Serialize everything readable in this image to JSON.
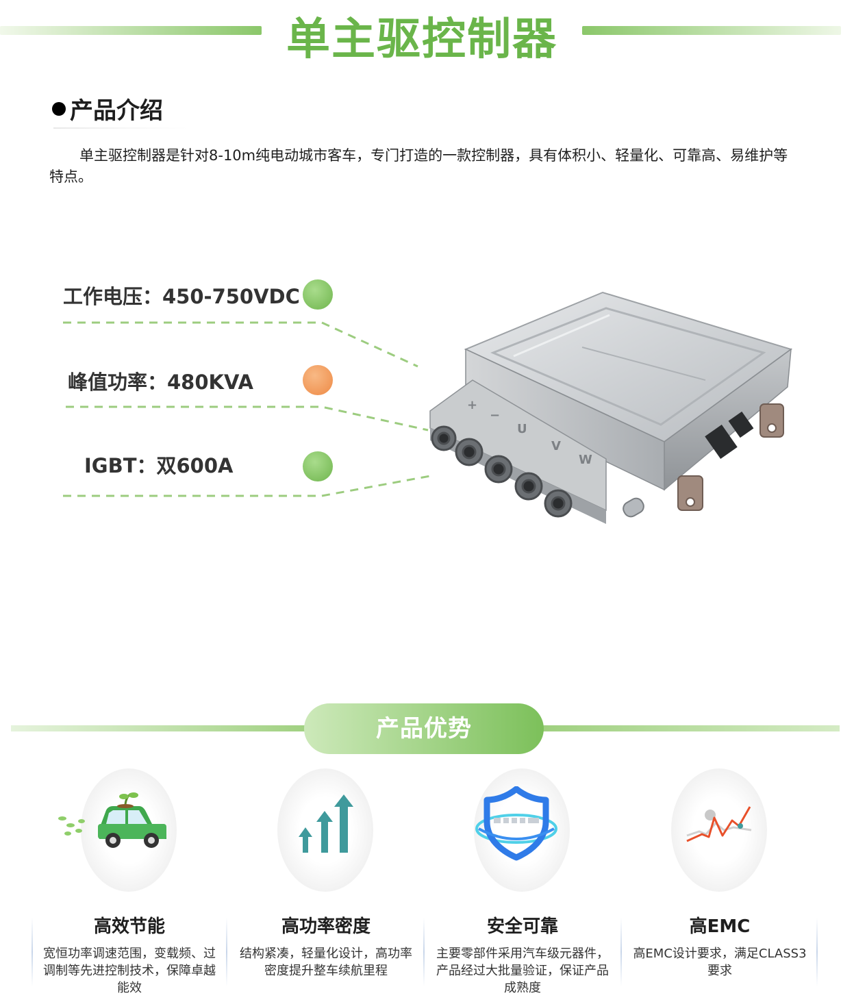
{
  "header": {
    "title": "单主驱控制器"
  },
  "intro": {
    "heading": "产品介绍",
    "text": "单主驱控制器是针对8-10m纯电动城市客车，专门打造的一款控制器，具有体积小、轻量化、可靠高、易维护等特点。"
  },
  "specs": [
    {
      "label": "工作电压：450-750VDC",
      "dot_color": "#7fbf5c"
    },
    {
      "label": "峰值功率：480KVA",
      "dot_color": "#f0914f"
    },
    {
      "label": "IGBT：双600A",
      "dot_color": "#7fbf5c"
    }
  ],
  "product": {
    "terminal_marks": [
      "+",
      "−",
      "U",
      "V",
      "W"
    ]
  },
  "advantages": {
    "heading": "产品优势",
    "items": [
      {
        "title": "高效节能",
        "desc": "宽恒功率调速范围，变载频、过调制等先进控制技术，保障卓越能效",
        "icon": "eco-car-icon"
      },
      {
        "title": "高功率密度",
        "desc": "结构紧凑，轻量化设计，高功率密度提升整车续航里程",
        "icon": "growth-arrows-icon"
      },
      {
        "title": "安全可靠",
        "desc": "主要零部件采用汽车级元器件，产品经过大批量验证，保证产品成熟度",
        "icon": "shield-icon"
      },
      {
        "title": "高EMC",
        "desc": "高EMC设计要求，满足CLASS3要求",
        "icon": "signal-chart-icon"
      }
    ]
  },
  "colors": {
    "brand_green": "#6ab54a",
    "accent_orange": "#f0914f",
    "teal": "#3f9a9c",
    "shield_blue": "#2f7be8"
  }
}
